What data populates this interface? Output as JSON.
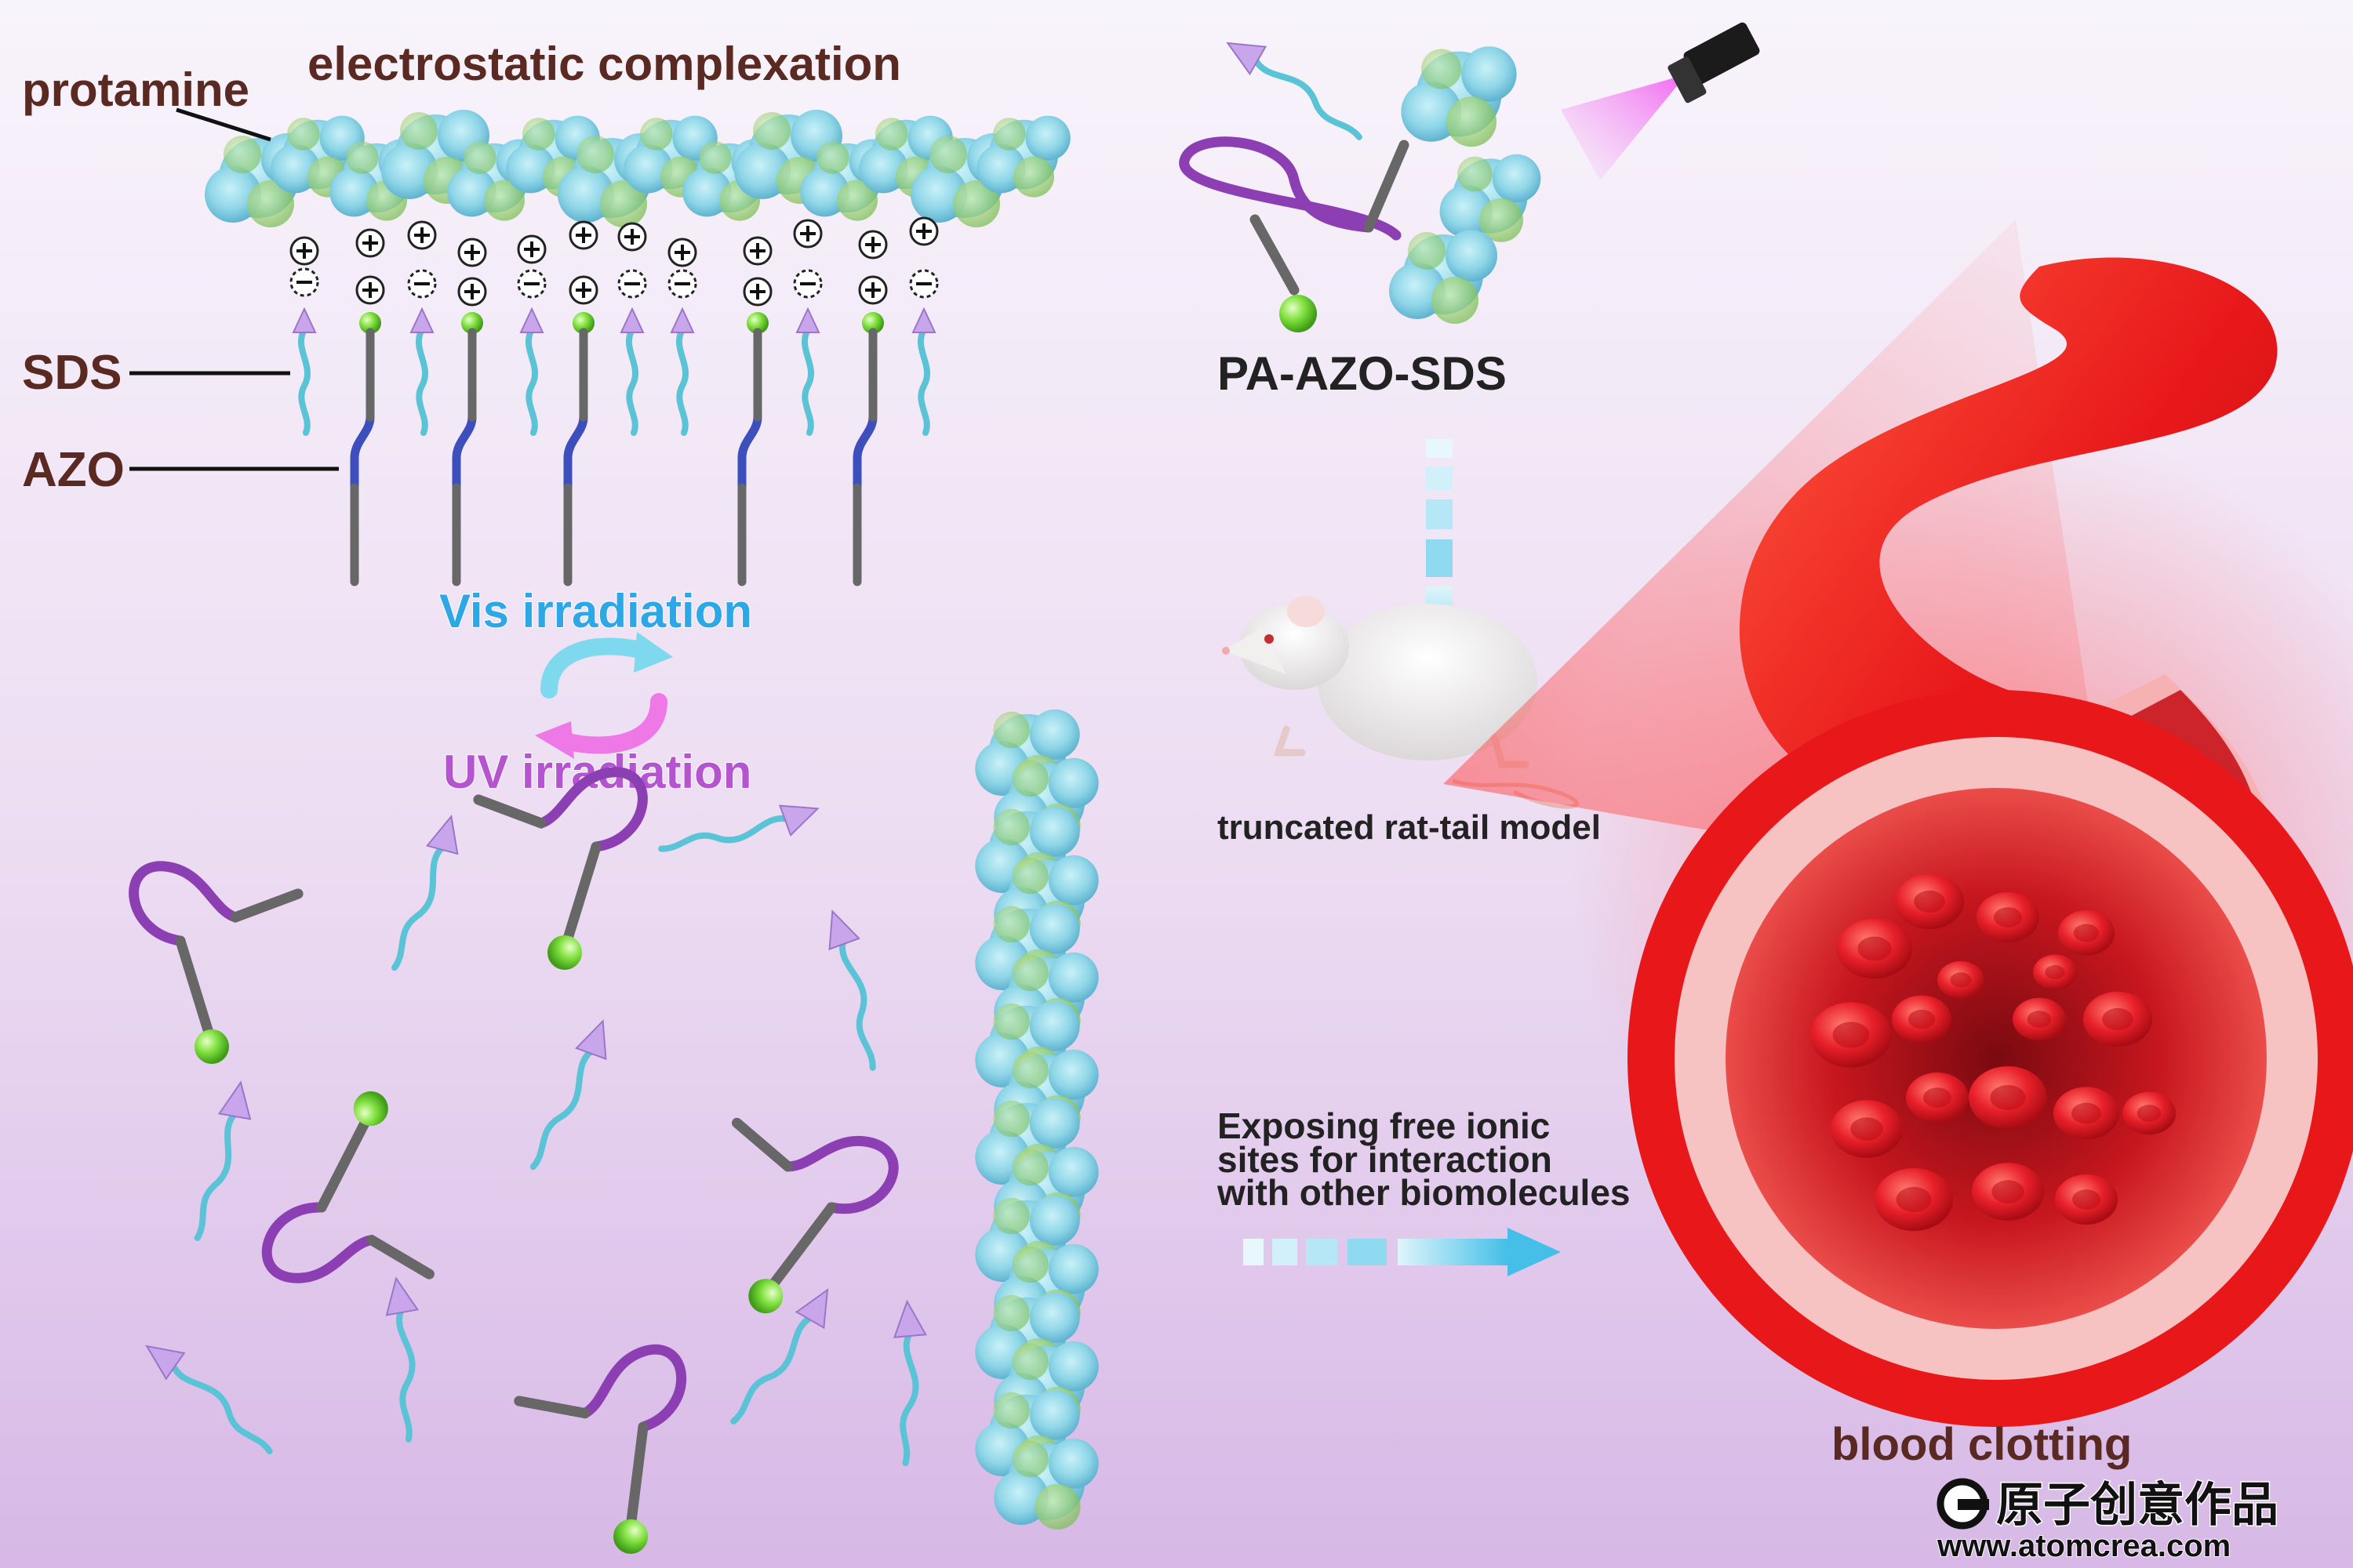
{
  "labels": {
    "protamine": "protamine",
    "electrostatic_complexation": "electrostatic complexation",
    "sds": "SDS",
    "azo": "AZO",
    "vis_irradiation": "Vis irradiation",
    "uv_irradiation": "UV irradiation",
    "pa_azo_sds": "PA-AZO-SDS",
    "rat_model": "truncated rat-tail model",
    "exposing_line1": "Exposing free ionic",
    "exposing_line2": "sites for interaction",
    "exposing_line3": "with other biomolecules",
    "blood_clotting": "blood clotting",
    "watermark_cn": "原子创意作品",
    "watermark_url": "www.atomcrea.com"
  },
  "charges": {
    "top_row": [
      "+",
      "+",
      "+",
      "+",
      "+",
      "+",
      "+",
      "+",
      "+",
      "+",
      "+",
      "+"
    ],
    "bottom_row": [
      "-",
      "+",
      "-",
      "+",
      "-",
      "+",
      "-",
      "-",
      "+",
      "-",
      "+",
      "-"
    ]
  },
  "colors": {
    "text_dark": "#5a2a22",
    "vis_blue": "#2ea7e6",
    "uv_purple": "#b455cf",
    "protein_blue": "#8fd6e8",
    "protein_green": "#9ad07a",
    "azo_blue": "#3d4fbd",
    "azo_gray": "#676767",
    "sds_cyan": "#5bc3d6",
    "sds_head": "#c9a6ec",
    "green_ball": "#7fe03e",
    "vessel_red": "#e8181a",
    "background_top": "#f8f4fb",
    "background_bottom": "#d7b8e6"
  }
}
